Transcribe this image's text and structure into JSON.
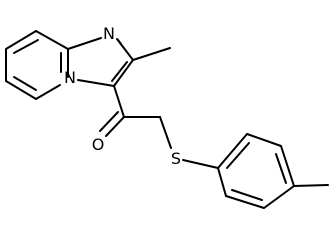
{
  "molecule": {
    "atoms": {
      "n_ring": "N",
      "n_bridge": "N",
      "oxygen": "O",
      "sulfur": "S"
    },
    "colors": {
      "line": "#000000",
      "background": "#ffffff"
    }
  }
}
